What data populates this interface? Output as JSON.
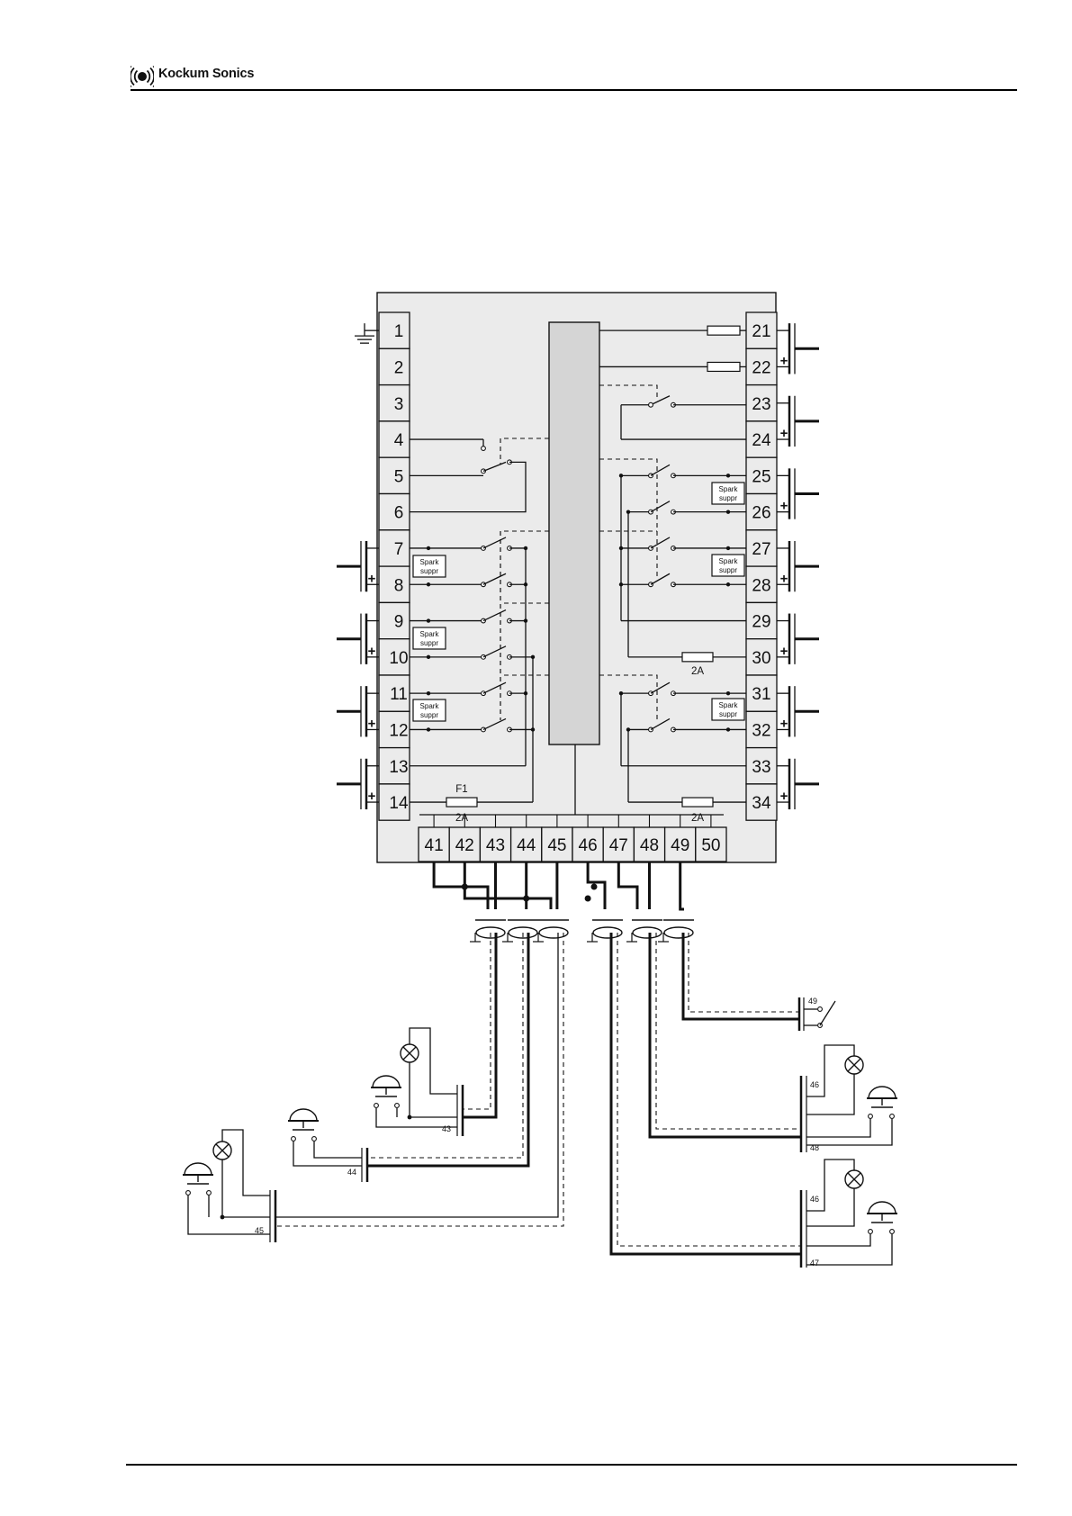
{
  "header": {
    "company_name": "Kockum Sonics",
    "logo_icon": "sonic-wave-logo-icon"
  },
  "diagram": {
    "left_terminals": [
      "1",
      "2",
      "3",
      "4",
      "5",
      "6",
      "7",
      "8",
      "9",
      "10",
      "11",
      "12",
      "13",
      "14"
    ],
    "right_terminals": [
      "21",
      "22",
      "23",
      "24",
      "25",
      "26",
      "27",
      "28",
      "29",
      "30",
      "31",
      "32",
      "33",
      "34"
    ],
    "bottom_terminals": [
      "41",
      "42",
      "43",
      "44",
      "45",
      "46",
      "47",
      "48",
      "49",
      "50"
    ],
    "spark_suppressor_line1": "Spark",
    "spark_suppressor_line2": "suppr",
    "fuse_f1_name": "F1",
    "fuse_rating": "2A",
    "plus_sign": "+",
    "external_labels": {
      "term_49": "49",
      "term_43": "43",
      "term_44": "44",
      "term_45": "45",
      "term_46a": "46",
      "term_48": "48",
      "term_46b": "46",
      "term_47": "47"
    }
  }
}
